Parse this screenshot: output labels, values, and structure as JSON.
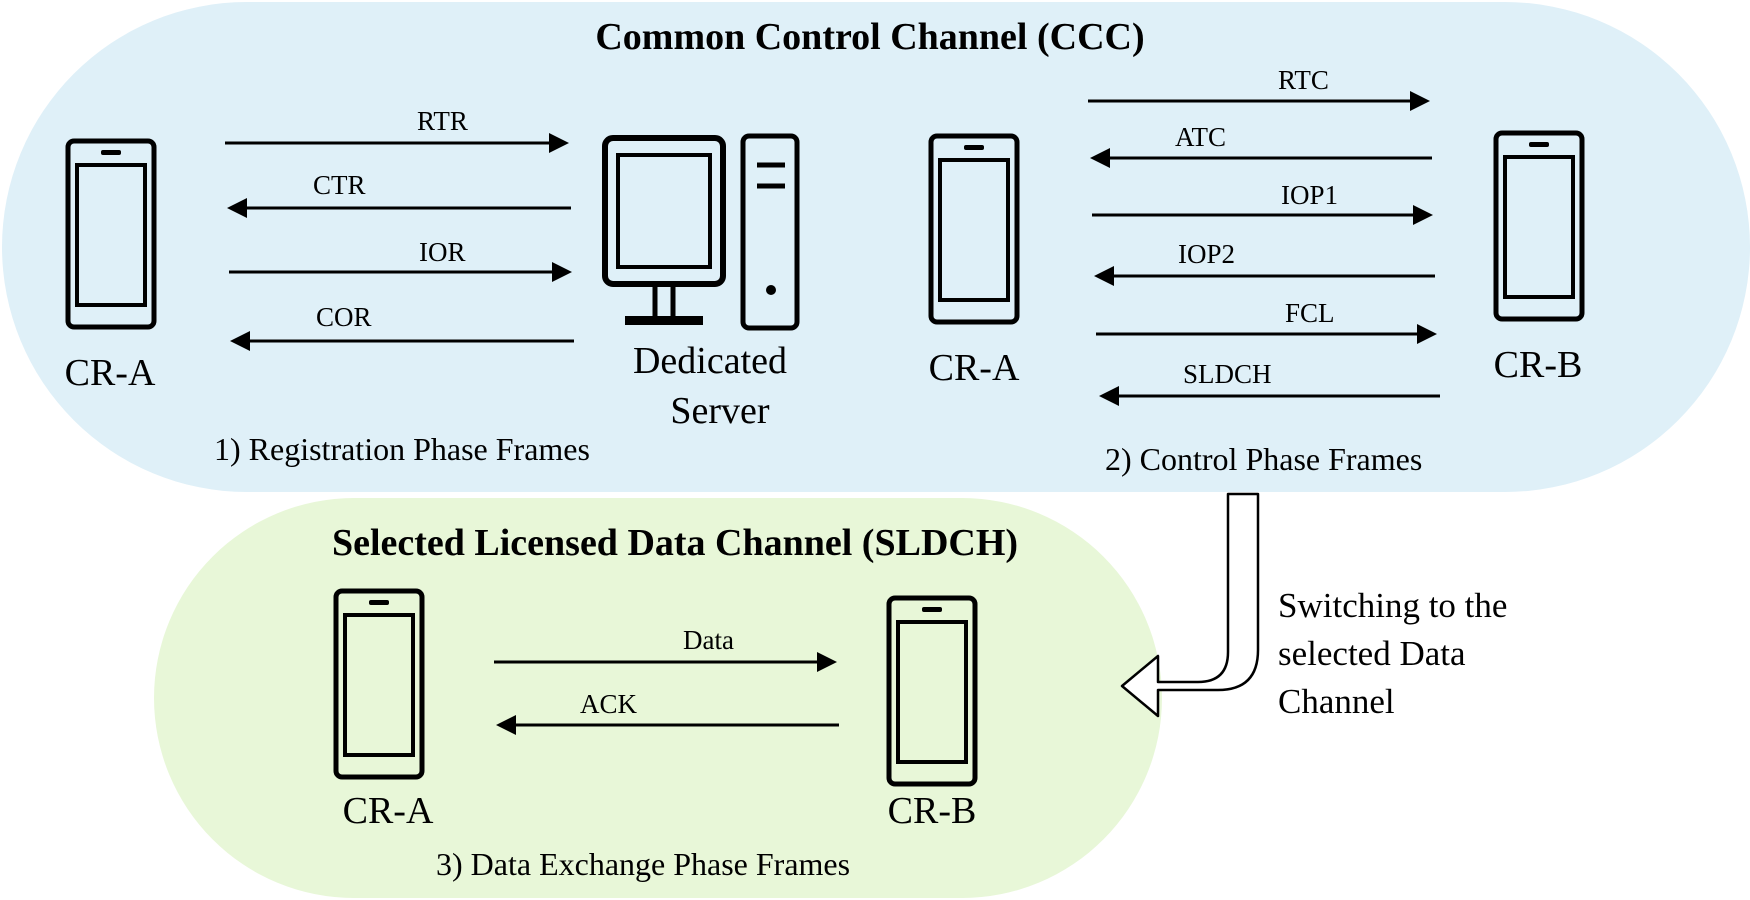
{
  "colors": {
    "ccc_fill": "#dff0f8",
    "sldch_fill": "#e8f7d8",
    "line": "#000000",
    "transition_arrow_fill": "#ffffff"
  },
  "ccc": {
    "title": "Common Control Channel (CCC)",
    "registration": {
      "device_label": "CR-A",
      "server_label_line1": "Dedicated",
      "server_label_line2": "Server",
      "phase_label": "1) Registration Phase Frames",
      "frames": [
        "RTR",
        "CTR",
        "IOR",
        "COR"
      ]
    },
    "control": {
      "device_a_label": "CR-A",
      "device_b_label": "CR-B",
      "phase_label": "2) Control Phase Frames",
      "frames": [
        "RTC",
        "ATC",
        "IOP1",
        "IOP2",
        "FCL",
        "SLDCH"
      ]
    }
  },
  "sldch": {
    "title": "Selected Licensed Data Channel (SLDCH)",
    "device_a_label": "CR-A",
    "device_b_label": "CR-B",
    "phase_label": "3) Data Exchange Phase Frames",
    "frames": [
      "Data",
      "ACK"
    ]
  },
  "transition": {
    "line1": "Switching to the",
    "line2": "selected Data",
    "line3": "Channel"
  },
  "icons": {
    "mobile": "mobile-device-icon",
    "server": "desktop-computer-icon",
    "arrow_right": "arrow-right-icon",
    "arrow_left": "arrow-left-icon",
    "transition": "bent-down-left-arrow-icon"
  }
}
